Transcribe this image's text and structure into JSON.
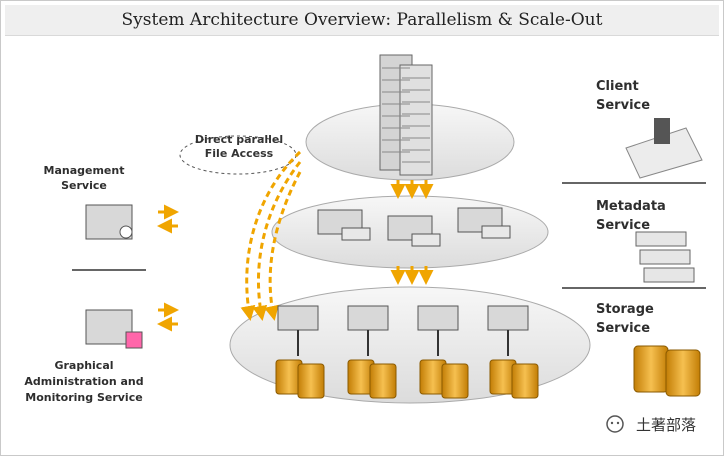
{
  "title": "System Architecture Overview: Parallelism & Scale-Out",
  "labels": {
    "direct_access": [
      "Direct parallel",
      "File Access"
    ],
    "management": [
      "Management",
      "Service"
    ],
    "graphical": [
      "Graphical",
      "Administration and",
      "Monitoring Service"
    ],
    "client": [
      "Client",
      "Service"
    ],
    "metadata": [
      "Metadata",
      "Service"
    ],
    "storage": [
      "Storage",
      "Service"
    ]
  },
  "watermark": "土著部落",
  "colors": {
    "accent": "#f0a500",
    "disk": "#e8a21a",
    "ellipse": "#e6e6e6"
  },
  "icons": [
    "server-rack-icon",
    "server-icon",
    "disk-stack-icon",
    "wechat-icon"
  ]
}
